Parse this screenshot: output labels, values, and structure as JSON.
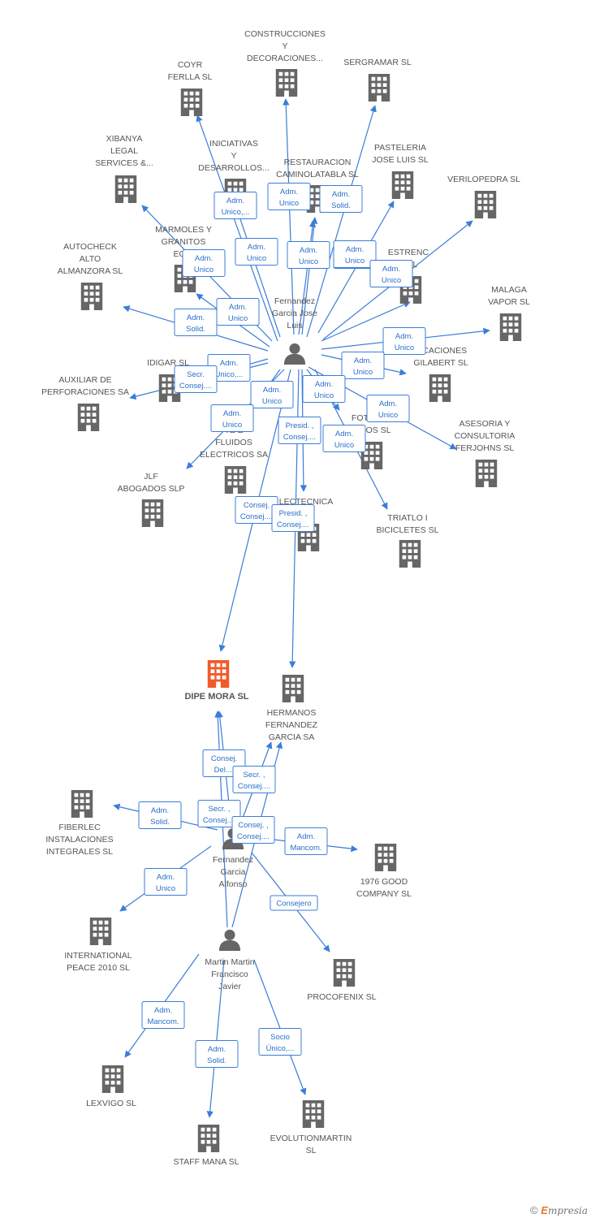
{
  "colors": {
    "edge": "#3b7dd8",
    "company_icon": "#666666",
    "focus_company_icon": "#f05a28",
    "person_icon": "#666666",
    "label": "#555555",
    "role_text": "#2a6fc9"
  },
  "focus": {
    "id": "dipe",
    "label": "DIPE MORA SL"
  },
  "nodes": [
    {
      "id": "fjl",
      "kind": "person",
      "label": [
        "Fernandez",
        "Garcia Jose",
        "Luis"
      ]
    },
    {
      "id": "fa",
      "kind": "person",
      "label": [
        "Fernandez",
        "Garcia",
        "Alfonso"
      ]
    },
    {
      "id": "mmfj",
      "kind": "person",
      "label": [
        "Martin Martin",
        "Francisco",
        "Javier"
      ]
    },
    {
      "id": "dipe",
      "kind": "focus",
      "label": [
        "DIPE MORA SL"
      ]
    },
    {
      "id": "construcciones",
      "kind": "company",
      "label": [
        "CONSTRUCCIONES",
        "Y",
        "DECORACIONES..."
      ]
    },
    {
      "id": "coyr",
      "kind": "company",
      "label": [
        "COYR",
        "FERLLA SL"
      ]
    },
    {
      "id": "sergramar",
      "kind": "company",
      "label": [
        "SERGRAMAR SL"
      ]
    },
    {
      "id": "xibanya",
      "kind": "company",
      "label": [
        "XIBANYA",
        "LEGAL",
        "SERVICES &..."
      ]
    },
    {
      "id": "iniciativas",
      "kind": "company",
      "label": [
        "INICIATIVAS",
        "Y",
        "DESARROLLOS..."
      ]
    },
    {
      "id": "restauracion",
      "kind": "company",
      "label": [
        "RESTAURACION",
        "CAMINOLATABLA SL"
      ]
    },
    {
      "id": "pasteleria",
      "kind": "company",
      "label": [
        "PASTELERIA",
        "JOSE LUIS SL"
      ]
    },
    {
      "id": "verilopedra",
      "kind": "company",
      "label": [
        "VERILOPEDRA SL"
      ]
    },
    {
      "id": "autocheck",
      "kind": "company",
      "label": [
        "AUTOCHECK",
        "ALTO",
        "ALMANZORA SL"
      ]
    },
    {
      "id": "marmoles",
      "kind": "company",
      "label": [
        "MARMOLES Y",
        "GRANITOS",
        "EO S"
      ]
    },
    {
      "id": "estrenc",
      "kind": "company",
      "label": [
        "ESTRENC",
        "S SL"
      ]
    },
    {
      "id": "malaga",
      "kind": "company",
      "label": [
        "MALAGA",
        "VAPOR SL"
      ]
    },
    {
      "id": "idigar",
      "kind": "company",
      "label": [
        "IDIGAR SL"
      ]
    },
    {
      "id": "edificaciones",
      "kind": "company",
      "label": [
        "FICACIONES",
        "GILABERT SL"
      ]
    },
    {
      "id": "auxiliar",
      "kind": "company",
      "label": [
        "AUXILIAR DE",
        "PERFORACIONES SA"
      ]
    },
    {
      "id": "fotovolt",
      "kind": "company",
      "label": [
        "FOTOVO",
        "RADOS SL"
      ]
    },
    {
      "id": "asesoria",
      "kind": "company",
      "label": [
        "ASESORIA Y",
        "CONSULTORIA",
        "FERJOHNS SL"
      ]
    },
    {
      "id": "tecnicas",
      "kind": "company",
      "label": [
        "TE   E",
        "FLUIDOS",
        "ELECTRICOS SA"
      ]
    },
    {
      "id": "jlf",
      "kind": "company",
      "label": [
        "JLF",
        "ABOGADOS  SLP"
      ]
    },
    {
      "id": "electecnica",
      "kind": "company",
      "label": [
        "LECTECNICA",
        "SL"
      ]
    },
    {
      "id": "triatlo",
      "kind": "company",
      "label": [
        "TRIATLO I",
        "BICICLETES SL"
      ]
    },
    {
      "id": "hermanos",
      "kind": "company",
      "label": [
        "HERMANOS",
        "FERNANDEZ",
        "GARCIA SA"
      ]
    },
    {
      "id": "fiberlec",
      "kind": "company",
      "label": [
        "FIBERLEC",
        "INSTALACIONES",
        "INTEGRALES  SL"
      ]
    },
    {
      "id": "goodcompany",
      "kind": "company",
      "label": [
        "1976 GOOD",
        "COMPANY SL"
      ]
    },
    {
      "id": "intpeace",
      "kind": "company",
      "label": [
        "INTERNATIONAL",
        "PEACE 2010 SL"
      ]
    },
    {
      "id": "procofenix",
      "kind": "company",
      "label": [
        "PROCOFENIX SL"
      ]
    },
    {
      "id": "lexvigo",
      "kind": "company",
      "label": [
        "LEXVIGO SL"
      ]
    },
    {
      "id": "staffmana",
      "kind": "company",
      "label": [
        "STAFF MANA SL"
      ]
    },
    {
      "id": "evolution",
      "kind": "company",
      "label": [
        "EVOLUTIONMARTIN",
        "SL"
      ]
    }
  ],
  "edges": [
    {
      "from": "fjl",
      "to": "coyr",
      "role": [
        "Adm.",
        "Unico,..."
      ]
    },
    {
      "from": "fjl",
      "to": "construcciones",
      "role": [
        "Adm.",
        "Unico"
      ]
    },
    {
      "from": "fjl",
      "to": "restauracion",
      "role": [
        "Adm.",
        "Solid."
      ]
    },
    {
      "from": "fjl",
      "to": "sergramar",
      "role": [
        "Adm.",
        "Unico"
      ]
    },
    {
      "from": "fjl",
      "to": "iniciativas",
      "role": [
        "Adm.",
        "Unico"
      ]
    },
    {
      "from": "fjl",
      "to": "xibanya",
      "role": [
        "Adm.",
        "Unico"
      ]
    },
    {
      "from": "fjl",
      "to": "restauracion",
      "role": [
        "Adm.",
        "Unico"
      ]
    },
    {
      "from": "fjl",
      "to": "pasteleria",
      "role": [
        "Adm.",
        "Unico"
      ]
    },
    {
      "from": "fjl",
      "to": "verilopedra",
      "role": [
        "Adm.",
        "Solid."
      ]
    },
    {
      "from": "fjl",
      "to": "marmoles",
      "role": [
        "Adm.",
        "Unico"
      ]
    },
    {
      "from": "fjl",
      "to": "autocheck",
      "role": [
        "Adm.",
        "Solid."
      ]
    },
    {
      "from": "fjl",
      "to": "estrenc",
      "role": [
        "Adm.",
        "Unico"
      ]
    },
    {
      "from": "fjl",
      "to": "malaga",
      "role": [
        "Adm.",
        "Unico"
      ]
    },
    {
      "from": "fjl",
      "to": "idigar",
      "role": [
        "Adm.",
        "Unico,..."
      ]
    },
    {
      "from": "fjl",
      "to": "auxiliar",
      "role": [
        "Secr.",
        "Consej...."
      ]
    },
    {
      "from": "fjl",
      "to": "edificaciones",
      "role": [
        "Adm.",
        "Unico"
      ]
    },
    {
      "from": "fjl",
      "to": "tecnicas",
      "role": [
        "Adm.",
        "Unico"
      ]
    },
    {
      "from": "fjl",
      "to": "fotovolt",
      "role": [
        "Adm.",
        "Unico"
      ]
    },
    {
      "from": "fjl",
      "to": "asesoria",
      "role": [
        "Adm.",
        "Unico"
      ]
    },
    {
      "from": "fjl",
      "to": "jlf",
      "role": [
        "Adm.",
        "Unico"
      ]
    },
    {
      "from": "fjl",
      "to": "electecnica",
      "role": [
        "Presid. ,",
        "Consej...."
      ]
    },
    {
      "from": "fjl",
      "to": "triatlo",
      "role": [
        "Adm.",
        "Unico"
      ]
    },
    {
      "from": "fjl",
      "to": "dipe",
      "role": [
        "Consej.",
        "Consej...."
      ]
    },
    {
      "from": "fjl",
      "to": "hermanos",
      "role": [
        "Presid. ,",
        "Consej...."
      ]
    },
    {
      "from": "fa",
      "to": "dipe",
      "role": [
        "Consej.",
        "Del...."
      ]
    },
    {
      "from": "fa",
      "to": "hermanos",
      "role": [
        "Secr. ,",
        "Consej...."
      ]
    },
    {
      "from": "fa",
      "to": "fiberlec",
      "role": [
        "Adm.",
        "Solid."
      ]
    },
    {
      "from": "fa",
      "to": "goodcompany",
      "role": [
        "Adm.",
        "Mancom."
      ]
    },
    {
      "from": "fa",
      "to": "intpeace",
      "role": [
        "Adm.",
        "Unico"
      ]
    },
    {
      "from": "fa",
      "to": "procofenix",
      "role": [
        "Consejero"
      ]
    },
    {
      "from": "mmfj",
      "to": "dipe",
      "role": [
        "Secr. ,",
        "Consej...."
      ]
    },
    {
      "from": "mmfj",
      "to": "hermanos",
      "role": [
        "Consej. ,",
        "Consej...."
      ]
    },
    {
      "from": "mmfj",
      "to": "lexvigo",
      "role": [
        "Adm.",
        "Mancom."
      ]
    },
    {
      "from": "mmfj",
      "to": "staffmana",
      "role": [
        "Adm.",
        "Solid."
      ]
    },
    {
      "from": "mmfj",
      "to": "evolution",
      "role": [
        "Socio",
        "Único,..."
      ]
    }
  ],
  "footer": {
    "copyright": "©",
    "brand_initial": "E",
    "brand_rest": "mpresia"
  }
}
